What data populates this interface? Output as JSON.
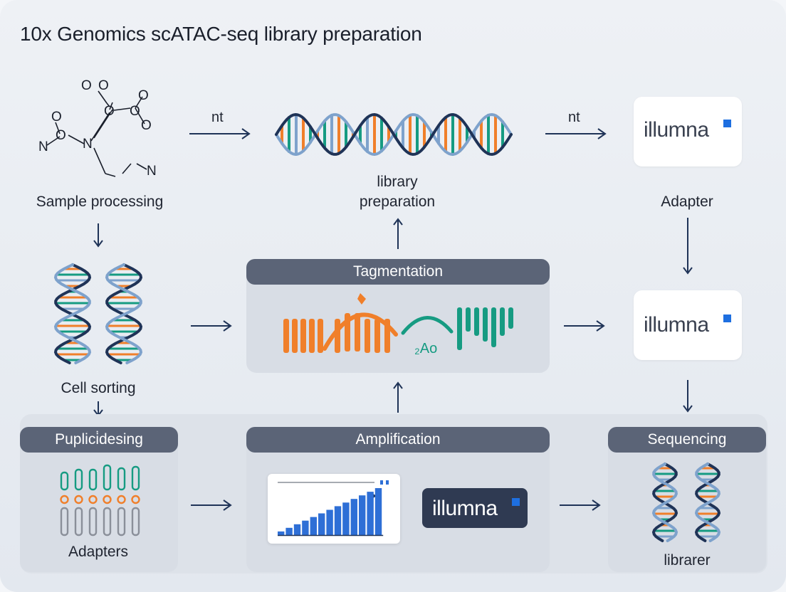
{
  "title": "10x Genomics scATAC-seq library preparation",
  "labels": {
    "sample_processing": "Sample processing",
    "library_line1": "library",
    "library_line2": "preparation",
    "adapter": "Adapter",
    "cell_sorting": "Cell sorting",
    "adapters": "Adapters",
    "librarer": "librarer",
    "arrow_nt_left": "nt",
    "arrow_nt_right": "nt",
    "tag_glyph": "₂Ao"
  },
  "panels": {
    "tagmentation": "Tagmentation",
    "puplicdesing": "Puplici̇desing",
    "amplification": "Amplification",
    "sequencing": "Sequencing"
  },
  "illumina": {
    "brand": "illumna",
    "accent": "#1e6fe0"
  },
  "molecule_atoms": [
    "O",
    "O",
    "O",
    "O",
    "O",
    "O",
    "N",
    "N",
    "O",
    "O",
    "N"
  ],
  "colors": {
    "orange": "#f07f2a",
    "teal": "#169b82",
    "navy": "#1f3357",
    "blue_strand": "#7ea2cc",
    "panel_head": "#5b6477",
    "chart_bar": "#2e6fd6"
  },
  "chart_data": {
    "type": "bar",
    "values": [
      1,
      2,
      3,
      4,
      5,
      6,
      7,
      8,
      9,
      10,
      11,
      12,
      13
    ],
    "title": "",
    "xlabel": "",
    "ylabel": ""
  }
}
